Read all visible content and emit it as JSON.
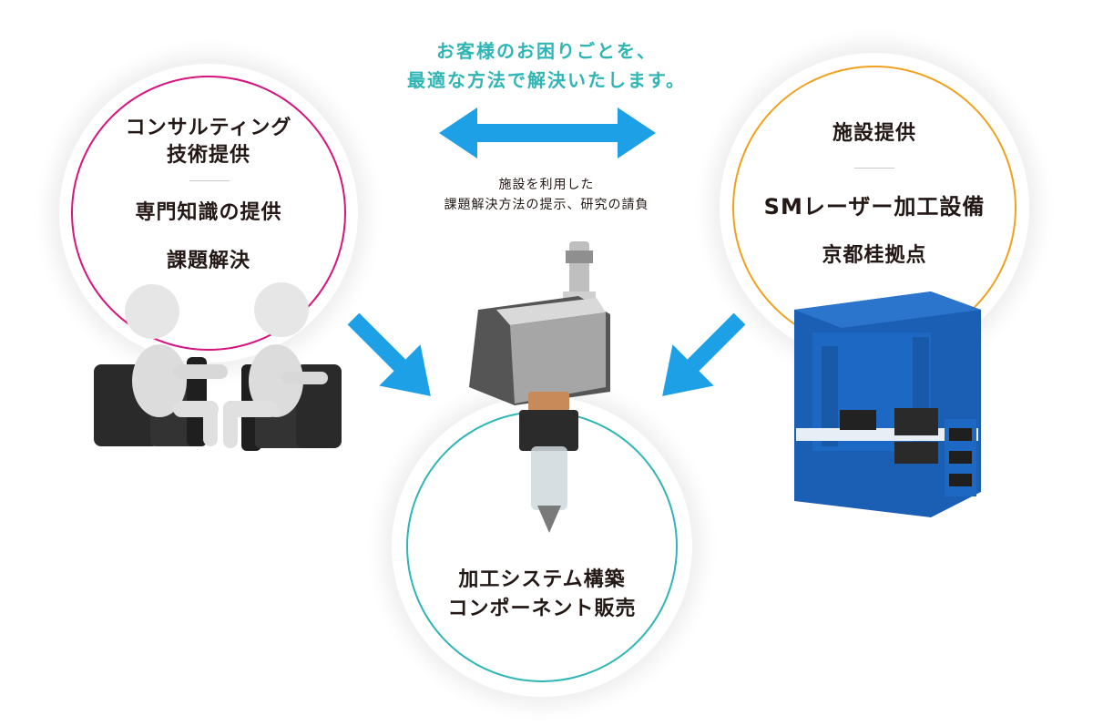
{
  "header": {
    "line1": "お客様のお困りごとを、",
    "line2": "最適な方法で解決いたします。"
  },
  "center_note": {
    "line1": "施設を利用した",
    "line2": "課題解決方法の提示、研究の請負"
  },
  "left_circle": {
    "line1": "コンサルティング",
    "line2": "技術提供",
    "line3": "専門知識の提供",
    "line4": "課題解決",
    "ring_color": "#d6137e"
  },
  "right_circle": {
    "line1": "施設提供",
    "line2": "SMレーザー加工設備",
    "line3": "京都桂拠点",
    "ring_color": "#f0a11e"
  },
  "bottom_circle": {
    "line1": "加工システム構築",
    "line2": "コンポーネント販売",
    "ring_color": "#2fb5b5"
  },
  "colors": {
    "arrow": "#1ea0e6",
    "teal_text": "#2fb5b5",
    "machine_blue": "#1a5fb4"
  }
}
